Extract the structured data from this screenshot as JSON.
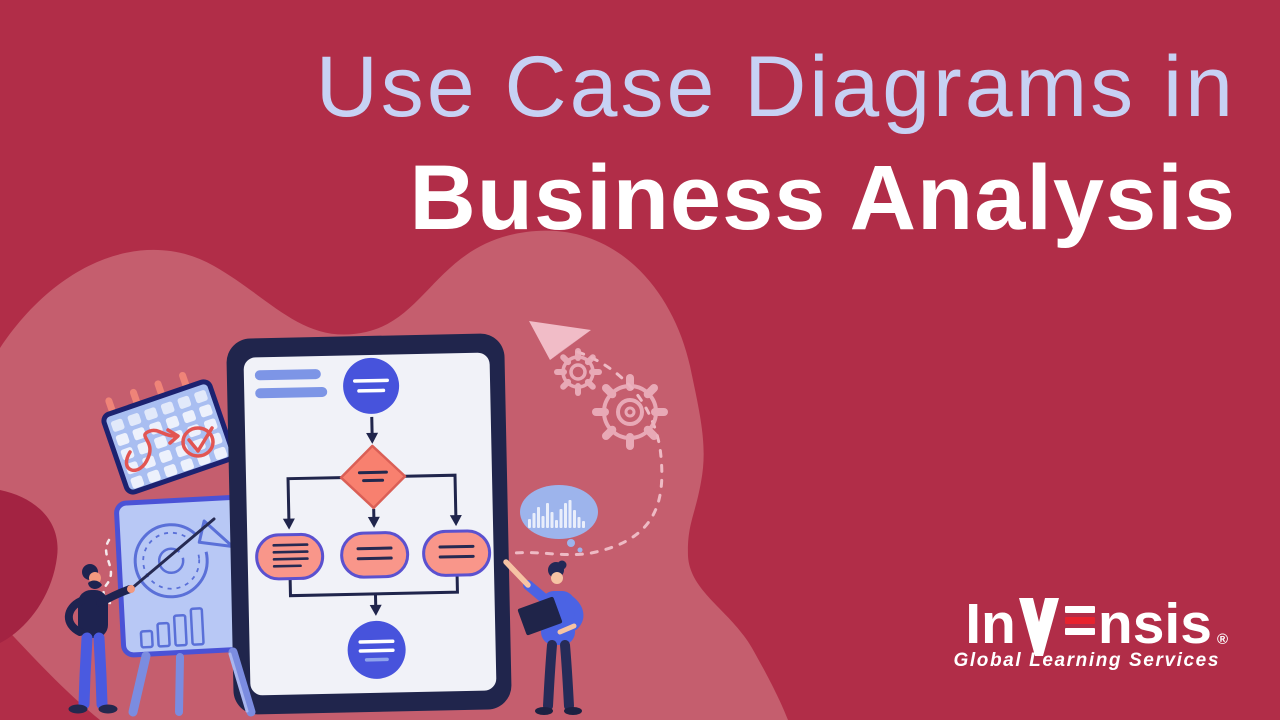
{
  "title": {
    "line1": "Use Case Diagrams in",
    "line2": "Business Analysis"
  },
  "brand": {
    "logo": {
      "full": "Invensis",
      "part1": "In",
      "stylized_letters": "v and E drawn as glyphs (E = three bars, middle bar red)",
      "part2": "nsis",
      "registered": "®",
      "tagline": "Global Learning Services",
      "accent_red": "#e8232e"
    }
  },
  "colors": {
    "background": "#b12d48",
    "blob_rose": "#c55e6e",
    "swoosh_dark": "#a32342",
    "title_lavender": "#c7d1f4",
    "title_white": "#ffffff",
    "tablet_frame": "#20254c",
    "tablet_screen": "#f1f2f8",
    "node_blue": "#4753dc",
    "diamond_salmon": "#f8806f",
    "pill_salmon": "#f9968a",
    "pill_border": "#5b51cf",
    "periwinkle": "#7d95e6",
    "calendar_fill": "#a9bef1",
    "board_fill": "#b8c8f5",
    "chart_outline": "#5a70d8",
    "easel_leg": "#7b8ce0",
    "scribble_red": "#e25552",
    "skin": "#f2997f",
    "shirt_blue": "#4b63e4",
    "bubble_periwinkle": "#9db4ec",
    "pink_light": "#eebac4"
  },
  "icons": [
    "calendar-icon",
    "pie-chart-icon",
    "bar-chart-icon",
    "flowchart-start-icon",
    "flowchart-decision-icon",
    "flowchart-process-icon",
    "flowchart-end-icon",
    "paper-plane-icon",
    "gear-icon",
    "speech-bubble-bars-icon",
    "clipboard-icon",
    "pointer-stick-icon"
  ],
  "illustration": {
    "flowchart": {
      "start_nodes": 1,
      "decision_nodes": 1,
      "process_nodes": 3,
      "end_nodes": 1
    },
    "people": 2,
    "gears": 2
  }
}
